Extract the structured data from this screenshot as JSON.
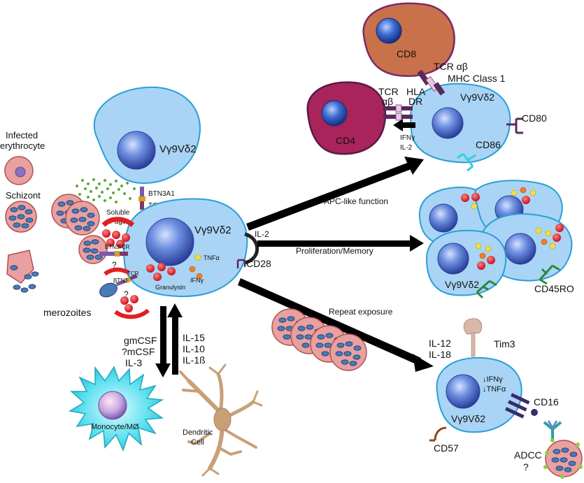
{
  "labels": {
    "infected_erythrocyte_line1": "Infected",
    "infected_erythrocyte_line2": "erythrocyte",
    "schizont": "Schizont",
    "merozoites": "merozoites",
    "main_cell": "Vγ9Vδ2",
    "top_cell": "Vγ9Vδ2",
    "apc_cell": "Vγ9Vδ2",
    "memory_cell": "Vγ9Vδ2",
    "exhausted_cell": "Vγ9Vδ2",
    "btn3a1": "BTN3A1",
    "tcr_top": "TCR",
    "soluble_pags_line1": "Soluble",
    "soluble_pags_line2": "Pags",
    "btn3_mid": "BTN3",
    "tcr_mid": "TCR",
    "question_mid": "?",
    "btn3_low": "BTN3",
    "tcr_low": "TCR",
    "question_low": "?",
    "granulysin": "Granulysin",
    "tnfa": "TNFα",
    "ifng": "IFNγ",
    "il2": "IL-2",
    "cd28": "CD28",
    "cd8": "CD8",
    "cd4": "CD4",
    "tcr_ab_cd8": "TCR αβ",
    "mhc_class1": "MHC Class 1",
    "tcr_ab_cd4_line1": "TCR",
    "tcr_ab_cd4_line2": "αβ",
    "hla_dr_line1": "HLA",
    "hla_dr_line2": "DR",
    "ifng_apc": "IFNγ",
    "il2_apc": "IL-2",
    "cd80": "CD80",
    "cd86": "CD86",
    "apc_like_function": "APC-like function",
    "proliferation_memory": "Proliferation/Memory",
    "cd45ro": "CD45RO",
    "repeat_exposure": "Repeat exposure",
    "il12": "IL-12",
    "il18": "IL-18",
    "tim3": "Tim3",
    "down_ifng": "↓IFNγ",
    "down_tnfa": "↓TNFα",
    "cd16": "CD16",
    "cd57": "CD57",
    "adcc": "ADCC",
    "adcc_question": "?",
    "gmcsf": "gmCSF",
    "mcsf": "?mCSF",
    "il3": "IL-3",
    "il15": "IL-15",
    "il10": "IL-10",
    "il1b": "IL-1ß",
    "monocyte": "Monocyte/MØ",
    "dendritic_line1": "Dendritic",
    "dendritic_line2": "Cell"
  },
  "colors": {
    "gd_cell_fill": "#a9d4f5",
    "gd_cell_stroke": "#2a9fd6",
    "nucleus": "#4a6bc8",
    "cd8_fill": "#c8714a",
    "cd8_stroke": "#7a2a6a",
    "cd4_fill": "#a8245a",
    "cd4_stroke": "#5a1a4a",
    "rbc_fill": "#e8a0a0",
    "rbc_stroke": "#b05050",
    "merozoite": "#4a7ab8",
    "arrow": "#000000",
    "monocyte": "#40d8e8",
    "dendritic": "#c8a078",
    "granule_red": "#e02030",
    "granule_yellow": "#f0e040",
    "granule_orange": "#f08020",
    "pags_green": "#5aaa3a",
    "cd45ro_green": "#2a8a3a",
    "cd86_cyan": "#30d0e0",
    "cd80_purple": "#5a2a5a",
    "tim3_tan": "#d8b8a8",
    "cd57_brown": "#8a4a1a"
  }
}
